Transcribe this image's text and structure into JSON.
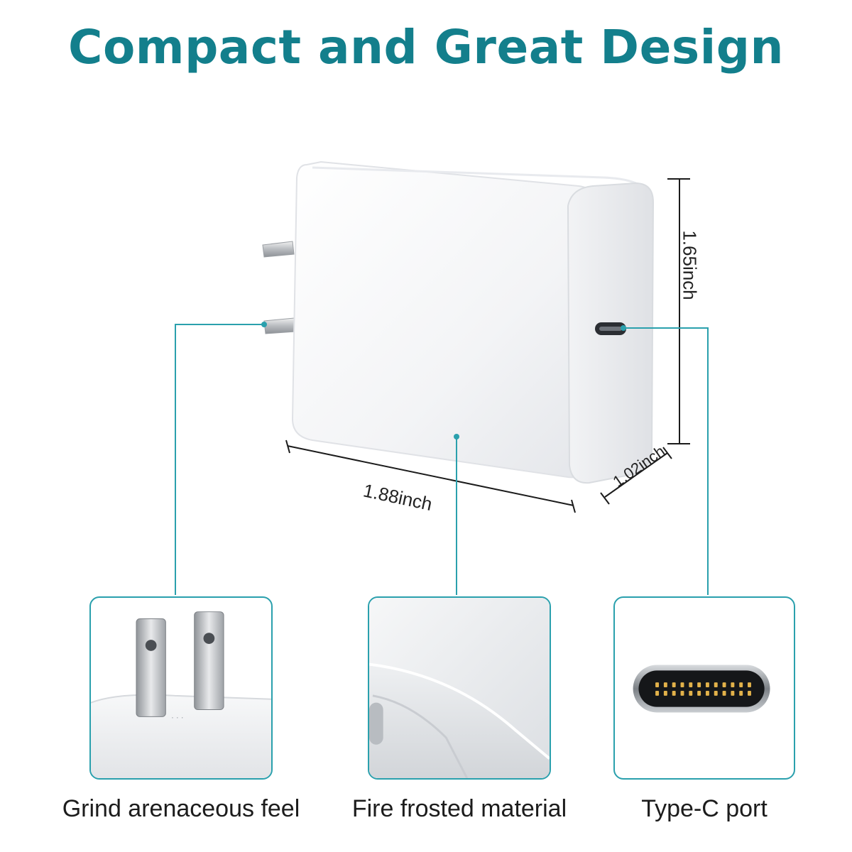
{
  "title": "Compact and Great Design",
  "dimensions": {
    "height": "1.65inch",
    "width": "1.88inch",
    "depth": "1.02inch"
  },
  "features": [
    {
      "caption": "Grind arenaceous feel",
      "icon": "plug-prongs"
    },
    {
      "caption": "Fire frosted material",
      "icon": "frosted-corner"
    },
    {
      "caption": "Type-C port",
      "icon": "usb-c-port"
    }
  ],
  "colors": {
    "accent": "#137f8c",
    "callout_line": "#2aa0ad",
    "product_body": "#f4f5f7"
  }
}
